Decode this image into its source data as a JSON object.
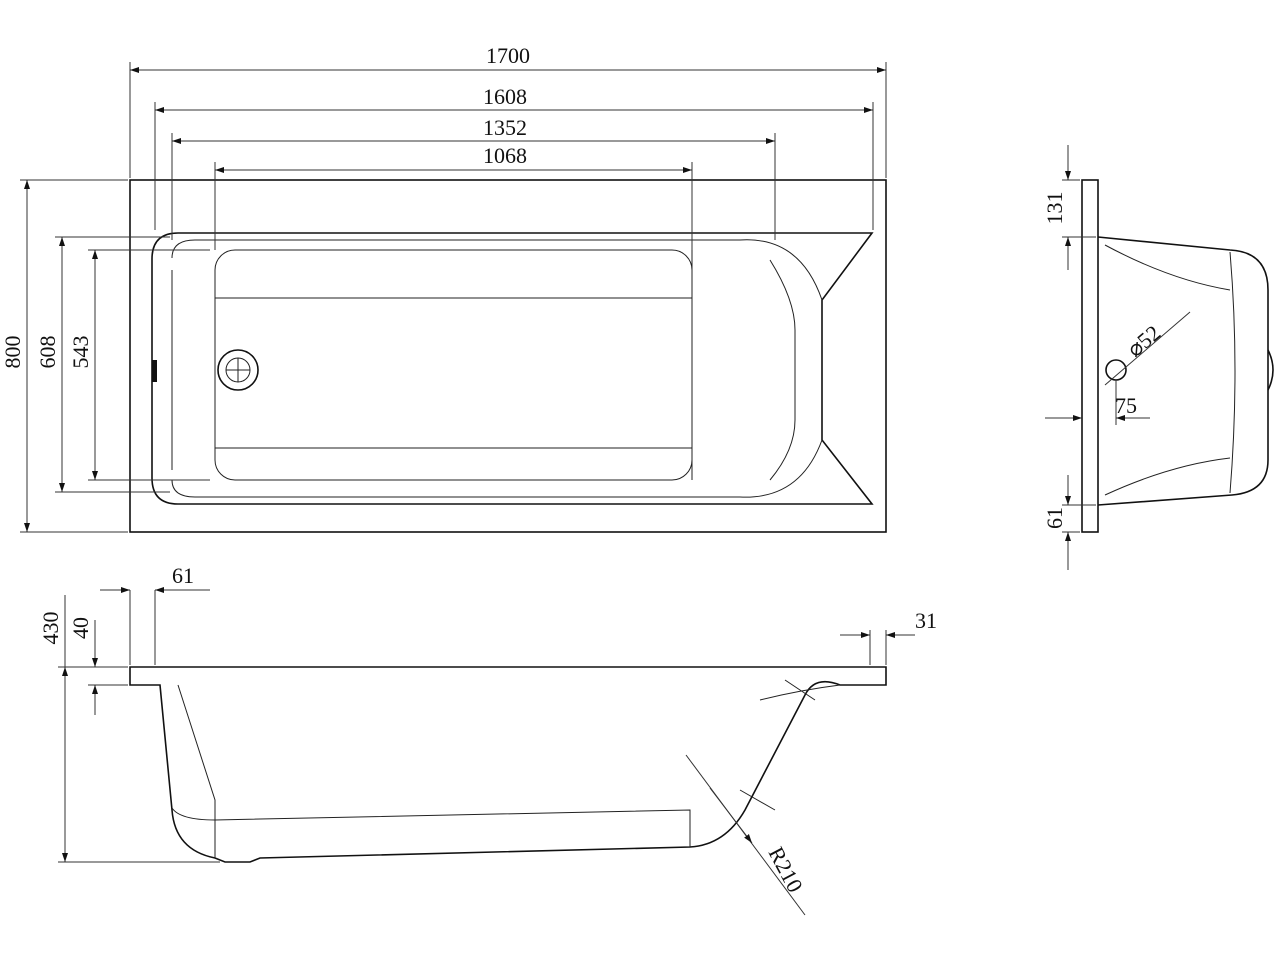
{
  "top_view": {
    "dims": {
      "length_outer": "1700",
      "length_1608": "1608",
      "length_1352": "1352",
      "length_1068": "1068",
      "width_outer": "800",
      "width_608": "608",
      "width_543": "543"
    }
  },
  "side_view": {
    "dims": {
      "height": "430",
      "rim": "40",
      "offset_left": "61",
      "offset_right": "31",
      "radius": "R210"
    }
  },
  "end_view": {
    "dims": {
      "top": "131",
      "drain_diameter": "⌀52",
      "drain_offset": "75",
      "bottom": "61"
    }
  }
}
